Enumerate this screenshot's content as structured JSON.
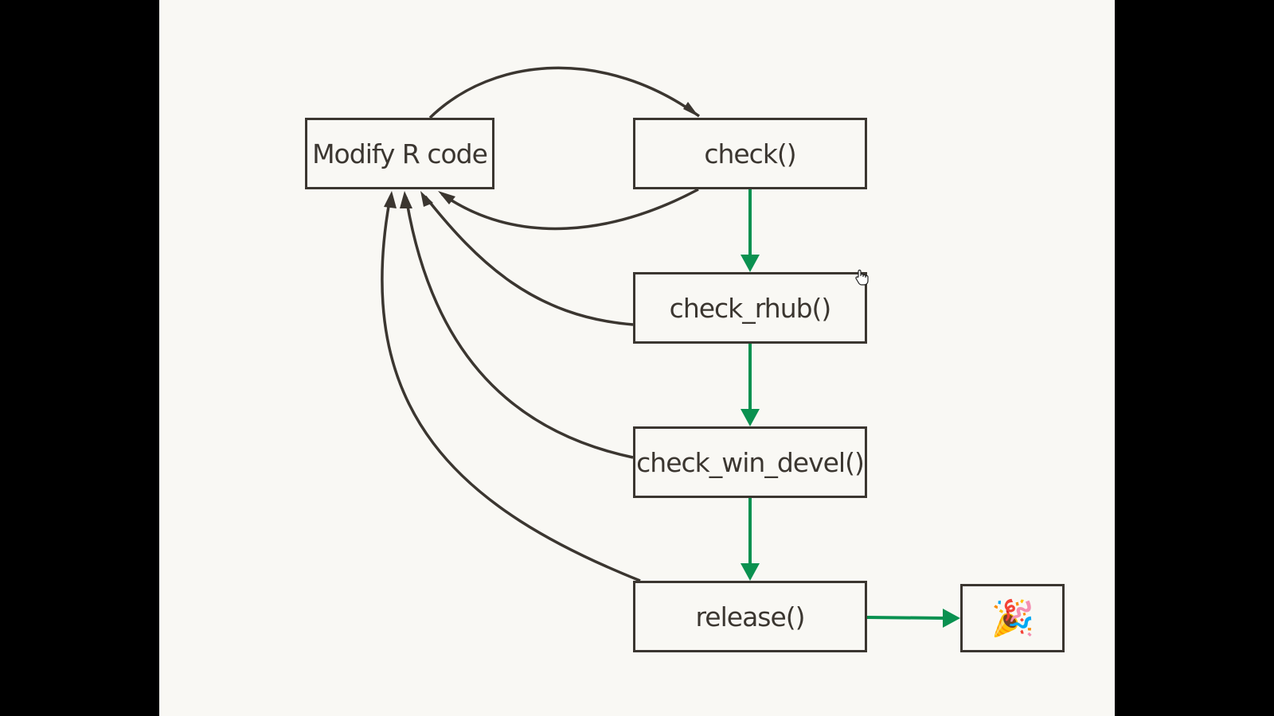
{
  "diagram": {
    "nodes": {
      "modify": "Modify R code",
      "check": "check()",
      "rhub": "check_rhub()",
      "win": "check_win_devel()",
      "release": "release()",
      "party": "🎉"
    },
    "edges": [
      {
        "from": "Modify R code",
        "to": "check()",
        "color": "#3b3630"
      },
      {
        "from": "check()",
        "to": "Modify R code",
        "color": "#3b3630"
      },
      {
        "from": "check_rhub()",
        "to": "Modify R code",
        "color": "#3b3630"
      },
      {
        "from": "check_win_devel()",
        "to": "Modify R code",
        "color": "#3b3630"
      },
      {
        "from": "release()",
        "to": "Modify R code",
        "color": "#3b3630"
      },
      {
        "from": "check()",
        "to": "check_rhub()",
        "color": "#0a9150"
      },
      {
        "from": "check_rhub()",
        "to": "check_win_devel()",
        "color": "#0a9150"
      },
      {
        "from": "check_win_devel()",
        "to": "release()",
        "color": "#0a9150"
      },
      {
        "from": "release()",
        "to": "🎉",
        "color": "#0a9150"
      }
    ]
  },
  "colors": {
    "background": "#f9f8f4",
    "frame": "#000000",
    "ink": "#3b3630",
    "accent_green": "#0a9150"
  },
  "cursor": {
    "icon": "hand-pointer-icon"
  }
}
